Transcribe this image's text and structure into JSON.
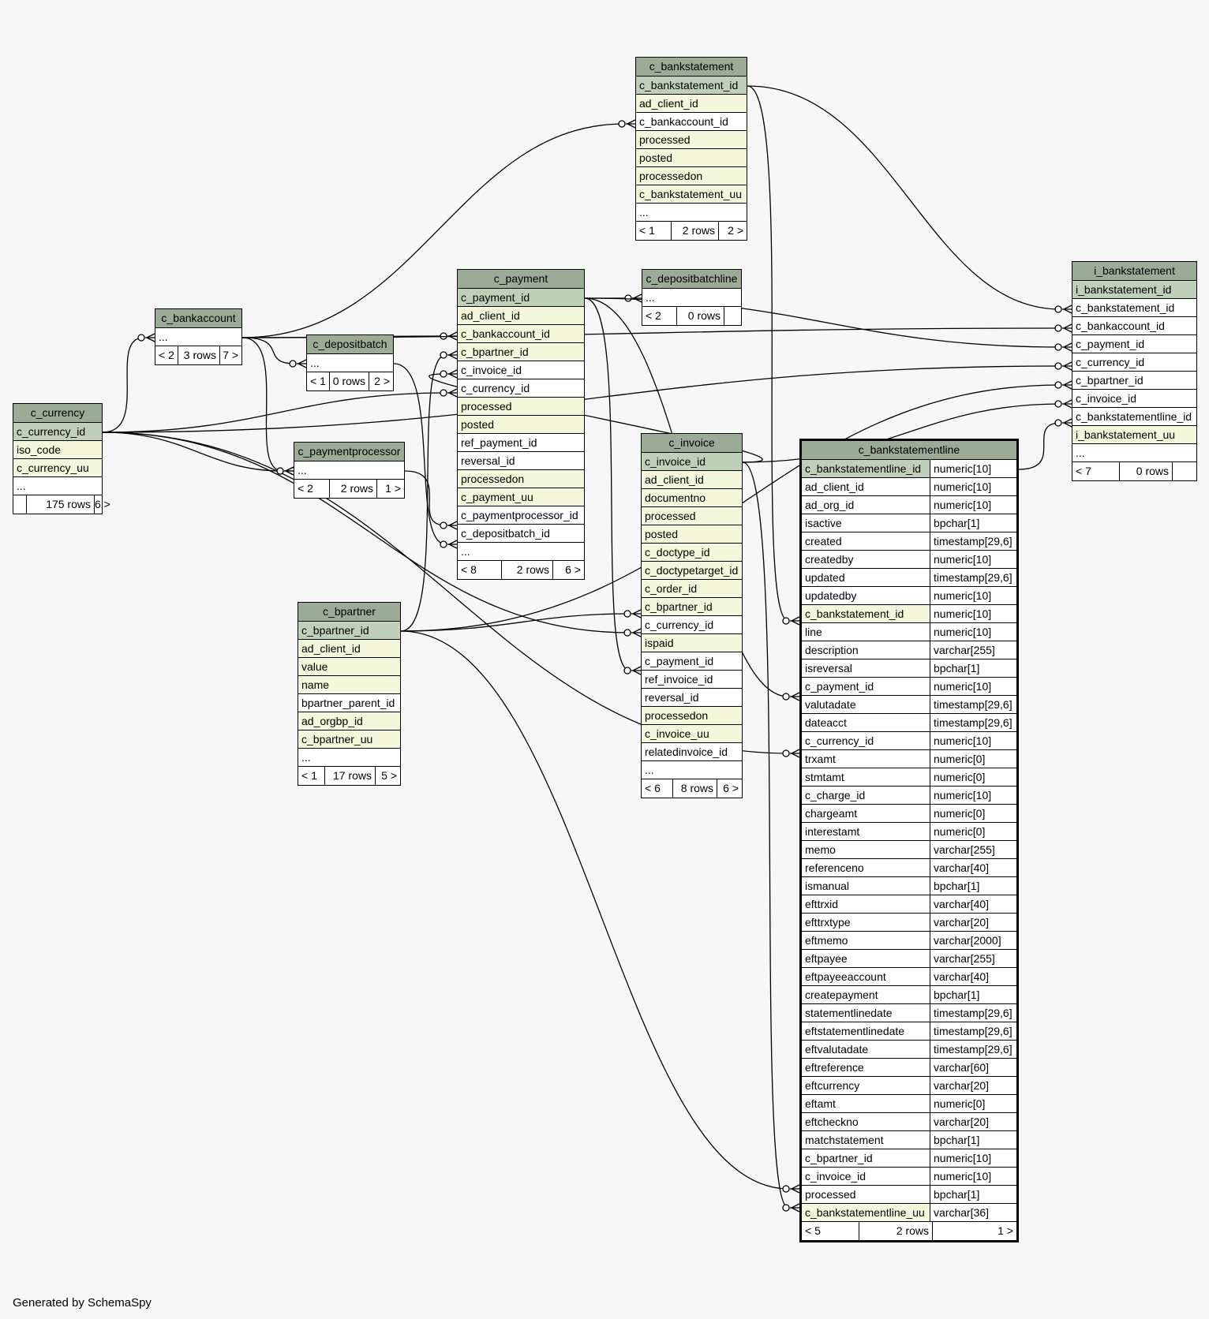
{
  "footer": "Generated by SchemaSpy",
  "tables": [
    {
      "id": "c_currency",
      "name": "c_currency",
      "columns": [
        {
          "name": "c_currency_id",
          "type": "",
          "kind": "pk"
        },
        {
          "name": "iso_code",
          "type": "",
          "kind": "idx"
        },
        {
          "name": "c_currency_uu",
          "type": "",
          "kind": "idx"
        },
        {
          "name": "...",
          "type": "",
          "kind": "plain"
        }
      ],
      "footer": [
        "",
        "175 rows",
        "6 >"
      ]
    },
    {
      "id": "c_bankaccount",
      "name": "c_bankaccount",
      "columns": [
        {
          "name": "...",
          "type": "",
          "kind": "plain"
        }
      ],
      "footer": [
        "< 2",
        "3 rows",
        "7 >"
      ]
    },
    {
      "id": "c_depositbatch",
      "name": "c_depositbatch",
      "columns": [
        {
          "name": "...",
          "type": "",
          "kind": "plain"
        }
      ],
      "footer": [
        "< 1",
        "0 rows",
        "2 >"
      ]
    },
    {
      "id": "c_paymentprocessor",
      "name": "c_paymentprocessor",
      "columns": [
        {
          "name": "...",
          "type": "",
          "kind": "plain"
        }
      ],
      "footer": [
        "< 2",
        "2 rows",
        "1 >"
      ]
    },
    {
      "id": "c_bpartner",
      "name": "c_bpartner",
      "columns": [
        {
          "name": "c_bpartner_id",
          "type": "",
          "kind": "pk"
        },
        {
          "name": "ad_client_id",
          "type": "",
          "kind": "idx"
        },
        {
          "name": "value",
          "type": "",
          "kind": "idx"
        },
        {
          "name": "name",
          "type": "",
          "kind": "idx"
        },
        {
          "name": "bpartner_parent_id",
          "type": "",
          "kind": "plain"
        },
        {
          "name": "ad_orgbp_id",
          "type": "",
          "kind": "idx"
        },
        {
          "name": "c_bpartner_uu",
          "type": "",
          "kind": "idx"
        },
        {
          "name": "...",
          "type": "",
          "kind": "plain"
        }
      ],
      "footer": [
        "< 1",
        "17 rows",
        "5 >"
      ]
    },
    {
      "id": "c_payment",
      "name": "c_payment",
      "columns": [
        {
          "name": "c_payment_id",
          "type": "",
          "kind": "pk"
        },
        {
          "name": "ad_client_id",
          "type": "",
          "kind": "idx"
        },
        {
          "name": "c_bankaccount_id",
          "type": "",
          "kind": "idx"
        },
        {
          "name": "c_bpartner_id",
          "type": "",
          "kind": "idx"
        },
        {
          "name": "c_invoice_id",
          "type": "",
          "kind": "plain"
        },
        {
          "name": "c_currency_id",
          "type": "",
          "kind": "plain"
        },
        {
          "name": "processed",
          "type": "",
          "kind": "idx"
        },
        {
          "name": "posted",
          "type": "",
          "kind": "idx"
        },
        {
          "name": "ref_payment_id",
          "type": "",
          "kind": "plain"
        },
        {
          "name": "reversal_id",
          "type": "",
          "kind": "plain"
        },
        {
          "name": "processedon",
          "type": "",
          "kind": "idx"
        },
        {
          "name": "c_payment_uu",
          "type": "",
          "kind": "idx"
        },
        {
          "name": "c_paymentprocessor_id",
          "type": "",
          "kind": "plain"
        },
        {
          "name": "c_depositbatch_id",
          "type": "",
          "kind": "plain"
        },
        {
          "name": "...",
          "type": "",
          "kind": "plain"
        }
      ],
      "footer": [
        "< 8",
        "2 rows",
        "6 >"
      ]
    },
    {
      "id": "c_bankstatement",
      "name": "c_bankstatement",
      "columns": [
        {
          "name": "c_bankstatement_id",
          "type": "",
          "kind": "pk"
        },
        {
          "name": "ad_client_id",
          "type": "",
          "kind": "idx"
        },
        {
          "name": "c_bankaccount_id",
          "type": "",
          "kind": "plain"
        },
        {
          "name": "processed",
          "type": "",
          "kind": "idx"
        },
        {
          "name": "posted",
          "type": "",
          "kind": "idx"
        },
        {
          "name": "processedon",
          "type": "",
          "kind": "idx"
        },
        {
          "name": "c_bankstatement_uu",
          "type": "",
          "kind": "idx"
        },
        {
          "name": "...",
          "type": "",
          "kind": "plain"
        }
      ],
      "footer": [
        "< 1",
        "2 rows",
        "2 >"
      ]
    },
    {
      "id": "c_depositbatchline",
      "name": "c_depositbatchline",
      "columns": [
        {
          "name": "...",
          "type": "",
          "kind": "plain"
        }
      ],
      "footer": [
        "< 2",
        "0 rows",
        ""
      ]
    },
    {
      "id": "c_invoice",
      "name": "c_invoice",
      "columns": [
        {
          "name": "c_invoice_id",
          "type": "",
          "kind": "pk"
        },
        {
          "name": "ad_client_id",
          "type": "",
          "kind": "idx"
        },
        {
          "name": "documentno",
          "type": "",
          "kind": "idx"
        },
        {
          "name": "processed",
          "type": "",
          "kind": "idx"
        },
        {
          "name": "posted",
          "type": "",
          "kind": "idx"
        },
        {
          "name": "c_doctype_id",
          "type": "",
          "kind": "idx"
        },
        {
          "name": "c_doctypetarget_id",
          "type": "",
          "kind": "idx"
        },
        {
          "name": "c_order_id",
          "type": "",
          "kind": "idx"
        },
        {
          "name": "c_bpartner_id",
          "type": "",
          "kind": "idx"
        },
        {
          "name": "c_currency_id",
          "type": "",
          "kind": "plain"
        },
        {
          "name": "ispaid",
          "type": "",
          "kind": "idx"
        },
        {
          "name": "c_payment_id",
          "type": "",
          "kind": "plain"
        },
        {
          "name": "ref_invoice_id",
          "type": "",
          "kind": "plain"
        },
        {
          "name": "reversal_id",
          "type": "",
          "kind": "plain"
        },
        {
          "name": "processedon",
          "type": "",
          "kind": "idx"
        },
        {
          "name": "c_invoice_uu",
          "type": "",
          "kind": "idx"
        },
        {
          "name": "relatedinvoice_id",
          "type": "",
          "kind": "plain"
        },
        {
          "name": "...",
          "type": "",
          "kind": "plain"
        }
      ],
      "footer": [
        "< 6",
        "8 rows",
        "6 >"
      ]
    },
    {
      "id": "c_bankstatementline",
      "name": "c_bankstatementline",
      "columns": [
        {
          "name": "c_bankstatementline_id",
          "type": "numeric[10]",
          "kind": "pk"
        },
        {
          "name": "ad_client_id",
          "type": "numeric[10]",
          "kind": "plain"
        },
        {
          "name": "ad_org_id",
          "type": "numeric[10]",
          "kind": "plain"
        },
        {
          "name": "isactive",
          "type": "bpchar[1]",
          "kind": "plain"
        },
        {
          "name": "created",
          "type": "timestamp[29,6]",
          "kind": "plain"
        },
        {
          "name": "createdby",
          "type": "numeric[10]",
          "kind": "plain"
        },
        {
          "name": "updated",
          "type": "timestamp[29,6]",
          "kind": "plain"
        },
        {
          "name": "updatedby",
          "type": "numeric[10]",
          "kind": "plain"
        },
        {
          "name": "c_bankstatement_id",
          "type": "numeric[10]",
          "kind": "idx"
        },
        {
          "name": "line",
          "type": "numeric[10]",
          "kind": "plain"
        },
        {
          "name": "description",
          "type": "varchar[255]",
          "kind": "plain"
        },
        {
          "name": "isreversal",
          "type": "bpchar[1]",
          "kind": "plain"
        },
        {
          "name": "c_payment_id",
          "type": "numeric[10]",
          "kind": "plain"
        },
        {
          "name": "valutadate",
          "type": "timestamp[29,6]",
          "kind": "plain"
        },
        {
          "name": "dateacct",
          "type": "timestamp[29,6]",
          "kind": "plain"
        },
        {
          "name": "c_currency_id",
          "type": "numeric[10]",
          "kind": "plain"
        },
        {
          "name": "trxamt",
          "type": "numeric[0]",
          "kind": "plain"
        },
        {
          "name": "stmtamt",
          "type": "numeric[0]",
          "kind": "plain"
        },
        {
          "name": "c_charge_id",
          "type": "numeric[10]",
          "kind": "plain"
        },
        {
          "name": "chargeamt",
          "type": "numeric[0]",
          "kind": "plain"
        },
        {
          "name": "interestamt",
          "type": "numeric[0]",
          "kind": "plain"
        },
        {
          "name": "memo",
          "type": "varchar[255]",
          "kind": "plain"
        },
        {
          "name": "referenceno",
          "type": "varchar[40]",
          "kind": "plain"
        },
        {
          "name": "ismanual",
          "type": "bpchar[1]",
          "kind": "plain"
        },
        {
          "name": "efttrxid",
          "type": "varchar[40]",
          "kind": "plain"
        },
        {
          "name": "efttrxtype",
          "type": "varchar[20]",
          "kind": "plain"
        },
        {
          "name": "eftmemo",
          "type": "varchar[2000]",
          "kind": "plain"
        },
        {
          "name": "eftpayee",
          "type": "varchar[255]",
          "kind": "plain"
        },
        {
          "name": "eftpayeeaccount",
          "type": "varchar[40]",
          "kind": "plain"
        },
        {
          "name": "createpayment",
          "type": "bpchar[1]",
          "kind": "plain"
        },
        {
          "name": "statementlinedate",
          "type": "timestamp[29,6]",
          "kind": "plain"
        },
        {
          "name": "eftstatementlinedate",
          "type": "timestamp[29,6]",
          "kind": "plain"
        },
        {
          "name": "eftvalutadate",
          "type": "timestamp[29,6]",
          "kind": "plain"
        },
        {
          "name": "eftreference",
          "type": "varchar[60]",
          "kind": "plain"
        },
        {
          "name": "eftcurrency",
          "type": "varchar[20]",
          "kind": "plain"
        },
        {
          "name": "eftamt",
          "type": "numeric[0]",
          "kind": "plain"
        },
        {
          "name": "eftcheckno",
          "type": "varchar[20]",
          "kind": "plain"
        },
        {
          "name": "matchstatement",
          "type": "bpchar[1]",
          "kind": "plain"
        },
        {
          "name": "c_bpartner_id",
          "type": "numeric[10]",
          "kind": "plain"
        },
        {
          "name": "c_invoice_id",
          "type": "numeric[10]",
          "kind": "plain"
        },
        {
          "name": "processed",
          "type": "bpchar[1]",
          "kind": "plain"
        },
        {
          "name": "c_bankstatementline_uu",
          "type": "varchar[36]",
          "kind": "idx"
        }
      ],
      "footer": [
        "< 5",
        "2 rows",
        "1 >"
      ]
    },
    {
      "id": "i_bankstatement",
      "name": "i_bankstatement",
      "columns": [
        {
          "name": "i_bankstatement_id",
          "type": "",
          "kind": "pk"
        },
        {
          "name": "c_bankstatement_id",
          "type": "",
          "kind": "plain"
        },
        {
          "name": "c_bankaccount_id",
          "type": "",
          "kind": "plain"
        },
        {
          "name": "c_payment_id",
          "type": "",
          "kind": "plain"
        },
        {
          "name": "c_currency_id",
          "type": "",
          "kind": "plain"
        },
        {
          "name": "c_bpartner_id",
          "type": "",
          "kind": "plain"
        },
        {
          "name": "c_invoice_id",
          "type": "",
          "kind": "plain"
        },
        {
          "name": "c_bankstatementline_id",
          "type": "",
          "kind": "plain"
        },
        {
          "name": "i_bankstatement_uu",
          "type": "",
          "kind": "idx"
        },
        {
          "name": "...",
          "type": "",
          "kind": "plain"
        }
      ],
      "footer": [
        "< 7",
        "0 rows",
        ""
      ]
    }
  ],
  "relationships": [
    {
      "from": "c_currency.0",
      "to": "c_bankaccount.0"
    },
    {
      "from": "c_currency.0",
      "to": "c_paymentprocessor.0"
    },
    {
      "from": "c_currency.0",
      "to": "c_payment.5"
    },
    {
      "from": "c_currency.0",
      "to": "c_invoice.9"
    },
    {
      "from": "c_currency.0",
      "to": "c_bankstatementline.15"
    },
    {
      "from": "c_currency.0",
      "to": "i_bankstatement.4"
    },
    {
      "from": "c_bankaccount.0",
      "to": "c_depositbatch.0"
    },
    {
      "from": "c_bankaccount.0",
      "to": "c_paymentprocessor.0"
    },
    {
      "from": "c_bankaccount.0",
      "to": "c_payment.2"
    },
    {
      "from": "c_bankaccount.0",
      "to": "c_bankstatement.2"
    },
    {
      "from": "c_bankaccount.0",
      "to": "i_bankstatement.2"
    },
    {
      "from": "c_depositbatch.0",
      "to": "c_payment.13"
    },
    {
      "from": "c_paymentprocessor.0",
      "to": "c_payment.12"
    },
    {
      "from": "c_bpartner.0",
      "to": "c_payment.3"
    },
    {
      "from": "c_bpartner.0",
      "to": "c_invoice.8"
    },
    {
      "from": "c_bpartner.0",
      "to": "c_bankstatementline.38"
    },
    {
      "from": "c_bpartner.0",
      "to": "i_bankstatement.5"
    },
    {
      "from": "c_payment.0",
      "to": "c_depositbatchline.0"
    },
    {
      "from": "c_payment.0",
      "to": "c_invoice.11"
    },
    {
      "from": "c_payment.0",
      "to": "c_bankstatementline.12"
    },
    {
      "from": "c_payment.0",
      "to": "i_bankstatement.3"
    },
    {
      "from": "c_invoice.0",
      "to": "c_payment.4"
    },
    {
      "from": "c_invoice.0",
      "to": "c_bankstatementline.39"
    },
    {
      "from": "c_invoice.0",
      "to": "i_bankstatement.6"
    },
    {
      "from": "c_bankstatement.0",
      "to": "c_bankstatementline.8"
    },
    {
      "from": "c_bankstatement.0",
      "to": "i_bankstatement.1"
    },
    {
      "from": "c_bankstatementline.0",
      "to": "i_bankstatement.7"
    }
  ]
}
